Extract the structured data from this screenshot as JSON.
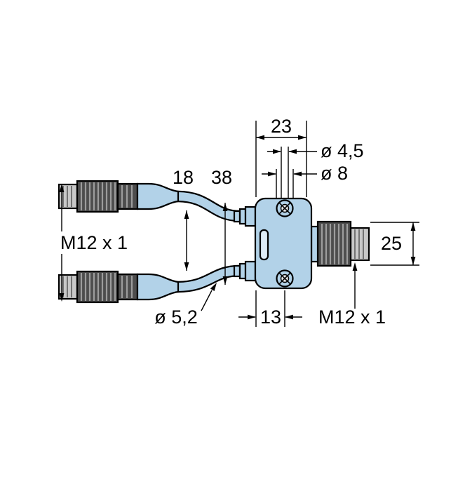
{
  "diagram": {
    "kind": "dimensional-drawing-y-splitter-cable",
    "labels": {
      "dim_top_width": "23",
      "dim_hole_small": "ø 4,5",
      "dim_hole_large": "ø 8",
      "dim_spacing_inner": "18",
      "dim_spacing_outer": "38",
      "thread_left": "M12 x 1",
      "dim_connector_height": "25",
      "dim_cable_diameter": "ø 5,2",
      "dim_screw_offset": "13",
      "thread_right": "M12 x 1"
    },
    "colors": {
      "fill_body": "#b2d2e8",
      "fill_slot": "#ddebf5",
      "fill_knurl": "#4d4d4d",
      "knurl_stripe": "#9c9c9c",
      "fill_thread": "#c8c8c8",
      "outline": "#000000",
      "background": "#ffffff"
    }
  }
}
